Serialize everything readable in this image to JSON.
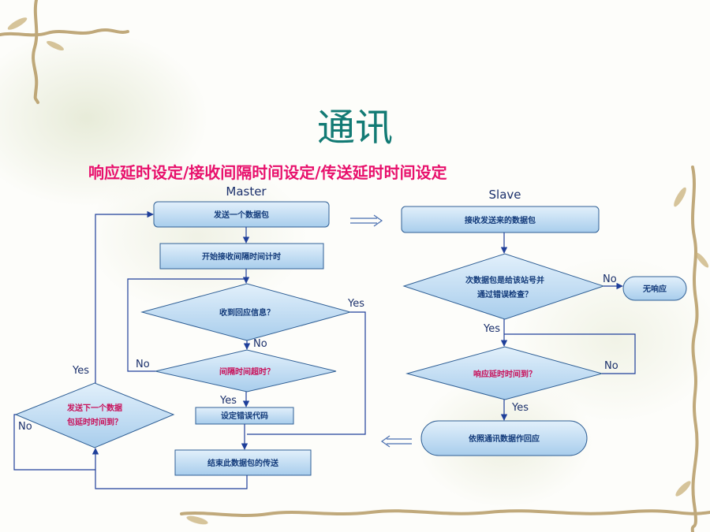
{
  "slide": {
    "title": "通讯",
    "subtitle": "响应延时设定/接收间隔时间设定/传送延时时间设定"
  },
  "master": {
    "header": "Master",
    "nodes": {
      "send_packet": "发送一个数据包",
      "start_timer": "开始接收间隔时间计时",
      "recv_reply": "收到回应信息？",
      "interval_timeout": "间隔时间超时？",
      "set_error_code": "设定错误代码",
      "end_transfer": "结束此数据包的传送",
      "send_next_line1": "发送下一个数据",
      "send_next_line2": "包延时时间到？"
    }
  },
  "slave": {
    "header": "Slave",
    "nodes": {
      "receive_packet": "接收发送来的数据包",
      "check_line1": "次数据包是给该站号并",
      "check_line2": "通过错误检查？",
      "no_response": "无响应",
      "response_delay": "响应延时时间到？",
      "reply": "依照通讯数据作回应"
    }
  },
  "edge_labels": {
    "yes": "Yes",
    "no": "No"
  },
  "colors": {
    "title": "#127a74",
    "subtitle": "#e8106c",
    "node_fill_top": "#e2f0fb",
    "node_fill_bottom": "#a8cdec",
    "node_stroke": "#2f5f95",
    "connector": "#1f3f9a"
  }
}
